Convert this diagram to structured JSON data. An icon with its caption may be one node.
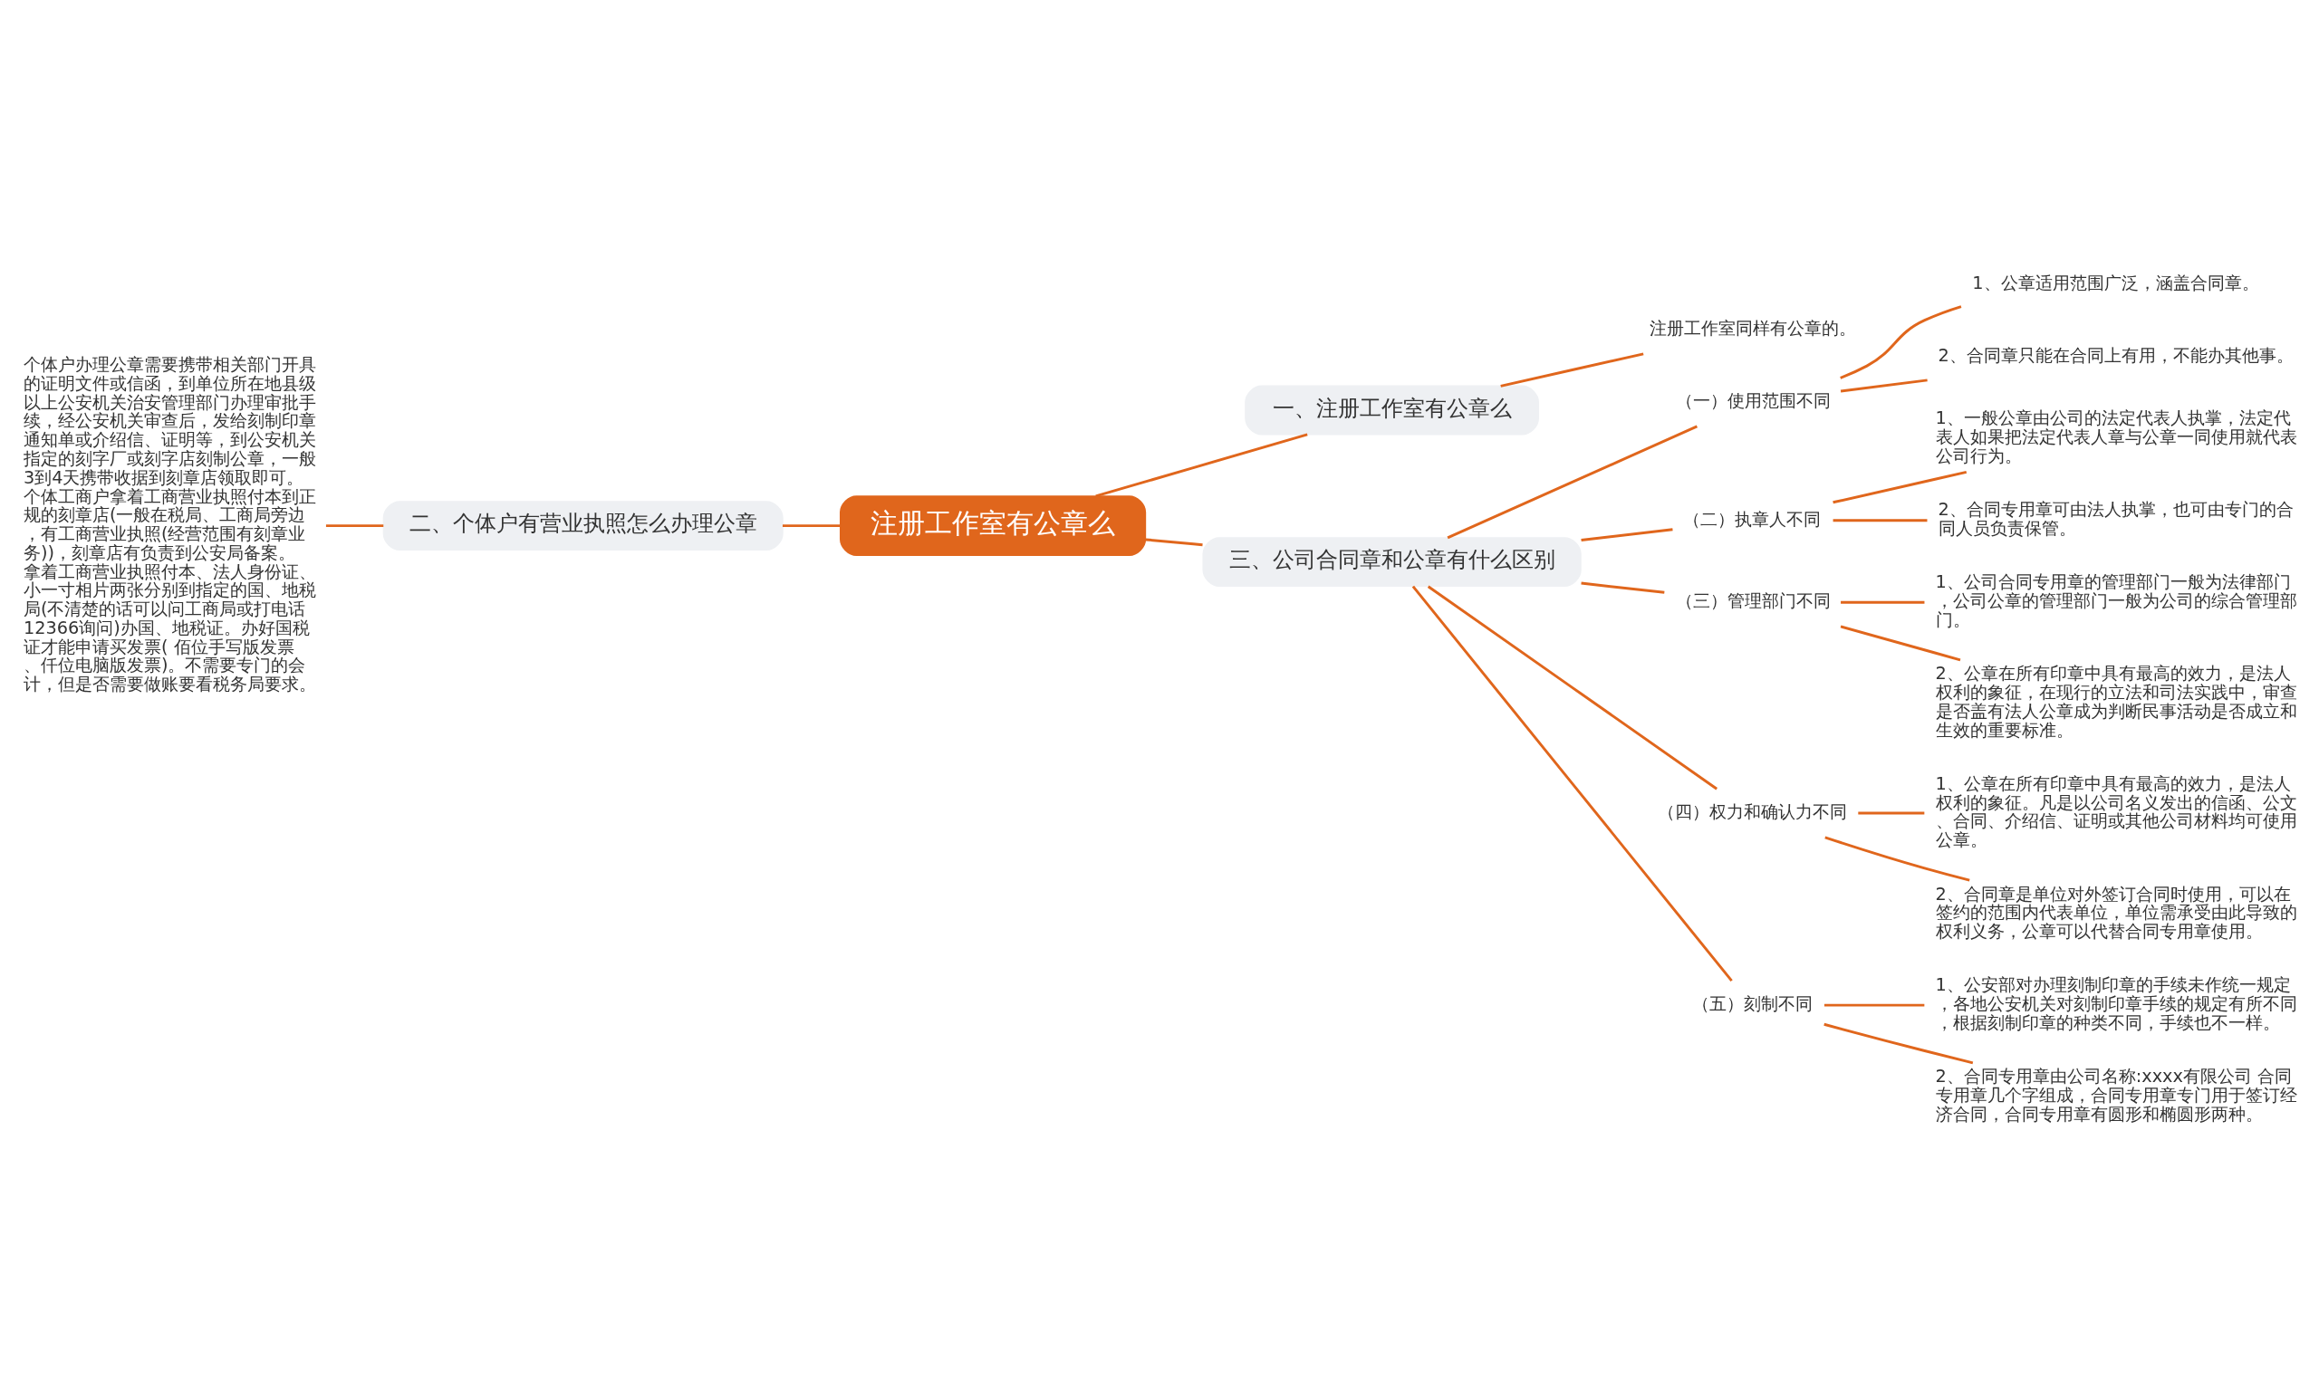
{
  "diagram": {
    "nodes": [
      {
        "text": [
          "注册工作室有公章么"
        ]
      },
      {
        "text": [
          "一、注册工作室有公章么"
        ]
      },
      {
        "text": [
          "注册工作室同样有公章的。"
        ]
      },
      {
        "text": [
          "二、个体户有营业执照怎么办理公章"
        ]
      },
      {
        "text": [
          "个体户办理公章需要携带相关部门开具的证明文件或信函，到单位所在地县级以上公安机关治安管理部门办理审批手续，经公安机关审查后，发给刻制印章通知单或介绍信、证明等，到公安机关指定的刻字厂或刻字店刻制公章，一般3到4天携带收据到刻章店领取即可。个体工商户拿着工商营业执照付本到正规的刻章店(一般在税局、工商局旁边，有工商营业执照(经营范围有刻章业务))，刻章店有负责到公安局备案。拿着工商营业执照付本、法人身份证、小一寸相片两张分别到指定的国、地税局(不清楚的话可以问工商局或打电话12366询问)办国、地税证。办好国税证才能申请买发票( 佰位手写版发票、仟位电脑版发票)。不需要专门的会计，但是否需要做账要看税务局要求。"
        ]
      },
      {
        "text": [
          "三、公司合同章和公章有什么区别"
        ]
      },
      {
        "text": [
          "（一）使用范围不同"
        ]
      },
      {
        "text": [
          "1、公章适用范围广泛，涵盖合同章。"
        ]
      },
      {
        "text": [
          "2、合同章只能在合同上有用，不能办其他事。"
        ]
      },
      {
        "text": [
          "（二）执章人不同"
        ]
      },
      {
        "text": [
          "1、一般公章由公司的法定代表人执掌，法定代表人如果把法定代表人章与公章一同使用就代表公司行为。"
        ]
      },
      {
        "text": [
          "2、合同专用章可由法人执掌，也可由专门的合同人员负责保管。"
        ]
      },
      {
        "text": [
          "（三）管理部门不同"
        ]
      },
      {
        "text": [
          "1、公司合同专用章的管理部门一般为法律部门，公司公章的管理部门一般为公司的综合管理部门。"
        ]
      },
      {
        "text": [
          "2、公章在所有印章中具有最高的效力，是法人权利的象征，在现行的立法和司法实践中，审查是否盖有法人公章成为判断民事活动是否成立和生效的重要标准。"
        ]
      },
      {
        "text": [
          "（四）权力和确认力不同"
        ]
      },
      {
        "text": [
          "1、公章在所有印章中具有最高的效力，是法人权利的象征。凡是以公司名义发出的信函、公文、合同、介绍信、证明或其他公司材料均可使用公章。"
        ]
      },
      {
        "text": [
          "2、合同章是单位对外签订合同时使用，可以在签约的范围内代表单位，单位需承受由此导致的权利义务，公章可以代替合同专用章使用。"
        ]
      },
      {
        "text": [
          "（五）刻制不同"
        ]
      },
      {
        "text": [
          "1、公安部对办理刻制印章的手续未作统一规定，各地公安机关对刻制印章手续的规定有所不同，根据刻制印章的种类不同，手续也不一样。"
        ]
      },
      {
        "text": [
          "2、合同专用章由公司名称:xxxx有限公司 合同专用章几个字组成，合同专用章专门用于签订经济合同，合同专用章有圆形和椭圆形两种。"
        ]
      }
    ],
    "edges": [
      {
        "from": 0,
        "to": 1,
        "arrow": "none"
      },
      {
        "from": 1,
        "to": 2,
        "arrow": "none"
      },
      {
        "from": 0,
        "to": 3,
        "arrow": "none"
      },
      {
        "from": 3,
        "to": 4,
        "arrow": "none"
      },
      {
        "from": 0,
        "to": 5,
        "arrow": "none"
      },
      {
        "from": 5,
        "to": 6,
        "arrow": "none"
      },
      {
        "from": 6,
        "to": 7,
        "arrow": "none"
      },
      {
        "from": 6,
        "to": 8,
        "arrow": "none"
      },
      {
        "from": 5,
        "to": 9,
        "arrow": "none"
      },
      {
        "from": 9,
        "to": 10,
        "arrow": "none"
      },
      {
        "from": 9,
        "to": 11,
        "arrow": "none"
      },
      {
        "from": 5,
        "to": 12,
        "arrow": "none"
      },
      {
        "from": 12,
        "to": 13,
        "arrow": "none"
      },
      {
        "from": 12,
        "to": 14,
        "arrow": "none"
      },
      {
        "from": 5,
        "to": 15,
        "arrow": "none"
      },
      {
        "from": 15,
        "to": 16,
        "arrow": "none"
      },
      {
        "from": 15,
        "to": 17,
        "arrow": "none"
      },
      {
        "from": 5,
        "to": 18,
        "arrow": "none"
      },
      {
        "from": 18,
        "to": 19,
        "arrow": "none"
      },
      {
        "from": 18,
        "to": 20,
        "arrow": "none"
      }
    ]
  }
}
